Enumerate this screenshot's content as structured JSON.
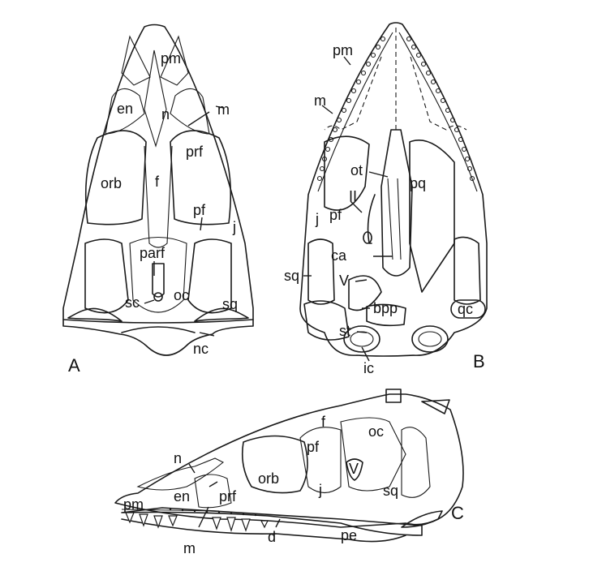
{
  "view_a": {
    "panel_letter": "A",
    "labels": {
      "pm": "pm",
      "en": "en",
      "n": "n",
      "m": "m",
      "prf": "prf",
      "orb": "orb",
      "f": "f",
      "pf": "pf",
      "j": "j",
      "parf": "parf",
      "oc": "oc",
      "sc": "sc",
      "sq": "sq",
      "nc": "nc"
    }
  },
  "view_b": {
    "panel_letter": "B",
    "labels": {
      "pm": "pm",
      "m": "m",
      "ot": "ot",
      "pq": "pq",
      "II": "II",
      "j": "j",
      "pf": "pf",
      "ca": "ca",
      "sq": "sq",
      "V": "V",
      "bpp": "bpp",
      "qc": "qc",
      "st": "st",
      "ic": "ic"
    }
  },
  "view_c": {
    "panel_letter": "C",
    "labels": {
      "f": "f",
      "oc": "oc",
      "pf": "pf",
      "n": "n",
      "orb": "orb",
      "V": "V",
      "pm": "pm",
      "en": "en",
      "prf": "prf",
      "j": "j",
      "sq": "sq",
      "m": "m",
      "d": "d",
      "pe": "pe"
    }
  }
}
